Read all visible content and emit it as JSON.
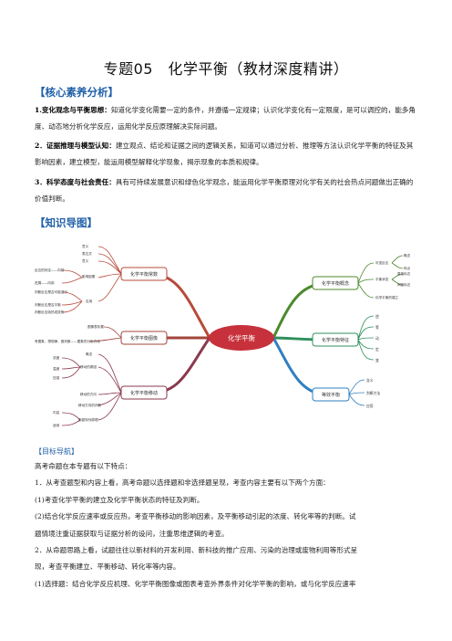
{
  "page": {
    "title": "专题05　化学平衡（教材深度精讲）"
  },
  "core": {
    "heading": "【核心素养分析】",
    "items": [
      {
        "lead": "1.变化观念与平衡思想：",
        "text": "知道化学变化需要一定的条件，并遵循一定规律；认识化学变化有一定限度，是可以调控的，能多角度、动态地分析化学反应，运用化学反应原理解决实际问题。"
      },
      {
        "lead": "2．证据推理与模型认知：",
        "text": "建立观点、结论和证据之间的逻辑关系，知道可以通过分析、推理等方法认识化学平衡的特征及其影响因素，建立模型，能运用模型解释化学现象，揭示现象的本质和规律。"
      },
      {
        "lead": "3．科学态度与社会责任：",
        "text": "具有可持续发展意识和绿色化学观念，能运用化学平衡原理对化学有关的社会热点问题做出正确的价值判断。"
      }
    ]
  },
  "mindmap": {
    "heading": "【知识导图】",
    "center": "化学平衡",
    "branches": {
      "changshu": "化学平衡常数",
      "tuxiang": "化学平衡图像",
      "yidong": "化学平衡移动",
      "gainian": "化学平衡概念",
      "tezheng": "化学平衡特征",
      "dengxiao": "等效平衡"
    },
    "leaves": {
      "changshu": [
        "意义",
        "表达式",
        "意义",
        "影响因素",
        "应用"
      ],
      "changshu_sub": [
        "反应的判定——向前",
        "进展——向前",
        "判断反应是否可能进行",
        "判断反应是否平衡",
        "判断反应吸热或放热"
      ],
      "tuxiang": [
        "图像表析要"
      ],
      "tuxiang_sub": "有图象、想规律、做判断——图象的分析方法",
      "yidong": [
        "概念",
        "移动的原因",
        "移动的方向",
        "移动方向的判断",
        "勒夏特列原理"
      ],
      "yidong_sub": [
        "浓度",
        "温度",
        "压强",
        "内容",
        "适用"
      ],
      "gainian": [
        "可逆反应",
        "平衡状态",
        "化学平衡的建立"
      ],
      "gainian_sub": [
        "概念",
        "特点",
        "直接标志",
        "间接标志"
      ],
      "tezheng": [
        "逆",
        "等",
        "动",
        "定",
        "变"
      ],
      "dengxiao": [
        "含义",
        "判断方法",
        "应用"
      ]
    }
  },
  "guide": {
    "heading": "【目标导航】",
    "lines": [
      "高考命题在本专题有以下特点：",
      "1．从考查题型和内容上看，高考命题以选择题和非选择题呈现，考查内容主要有以下两个方面：",
      "(1)考查化学平衡的建立及化学平衡状态的特征及判断。",
      "(2)结合化学反应速率或反应热，考查平衡移动的影响因素，及平衡移动引起的浓度、转化率等的判断。试",
      "题情境注重证据获取与证据分析的设问，注重思维逻辑的考查。",
      "2．从命题思路上看，试题往往以新材料的开发利用、新科技的推广应用、污染的治理或废物利用等形式呈",
      "现，考查平衡建立、平衡移动、转化率等内容。",
      "(1)选择题：结合化学反应机理、化学平衡图像或图表考查外界条件对化学平衡的影响，或与化学反应速率"
    ]
  },
  "colors": {
    "heading": "#1f5fa8",
    "changshu": "#b84a3a",
    "tuxiang": "#a2443a",
    "yidong": "#8b3a4e",
    "gainian": "#4c8a2c",
    "tezheng": "#2f8f5c",
    "dengxiao": "#2f7fc0",
    "center": "#c7313b"
  }
}
